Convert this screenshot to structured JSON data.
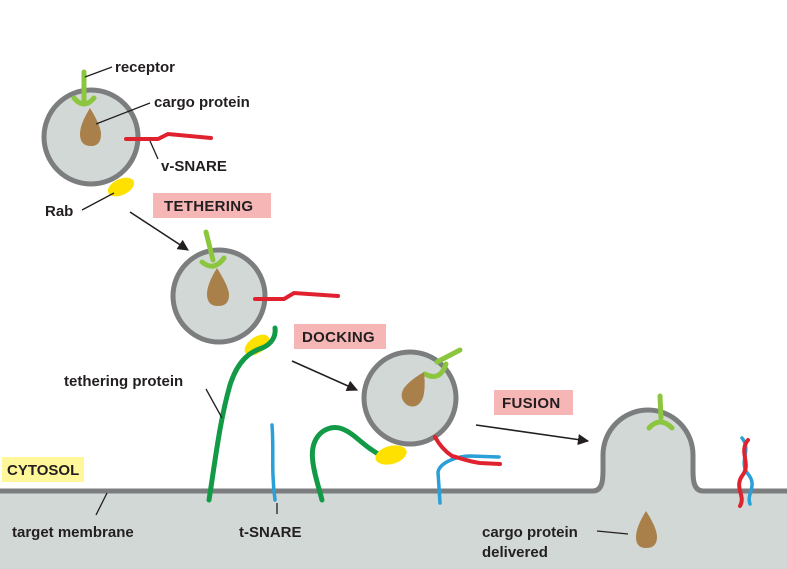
{
  "labels": {
    "receptor": "receptor",
    "cargo_protein": "cargo protein",
    "v_snare": "v-SNARE",
    "rab": "Rab",
    "tethering_protein": "tethering protein",
    "cytosol": "CYTOSOL",
    "target_membrane": "target membrane",
    "t_snare": "t-SNARE",
    "cargo_delivered_line1": "cargo protein",
    "cargo_delivered_line2": "delivered"
  },
  "stages": {
    "tethering": "TETHERING",
    "docking": "DOCKING",
    "fusion": "FUSION"
  },
  "colors": {
    "vesicle_fill": "#d2d8d6",
    "membrane": "#7b7d7f",
    "cytoplasm_area": "#d2d8d6",
    "receptor": "#8cc63f",
    "cargo": "#a9804a",
    "v_snare": "#e0212e",
    "t_snare": "#2a9fd8",
    "rab": "#ffe100",
    "tethering_protein": "#129a47",
    "stage_label_bg": "#f6b6b6",
    "cytosol_label_bg": "#fff799"
  }
}
